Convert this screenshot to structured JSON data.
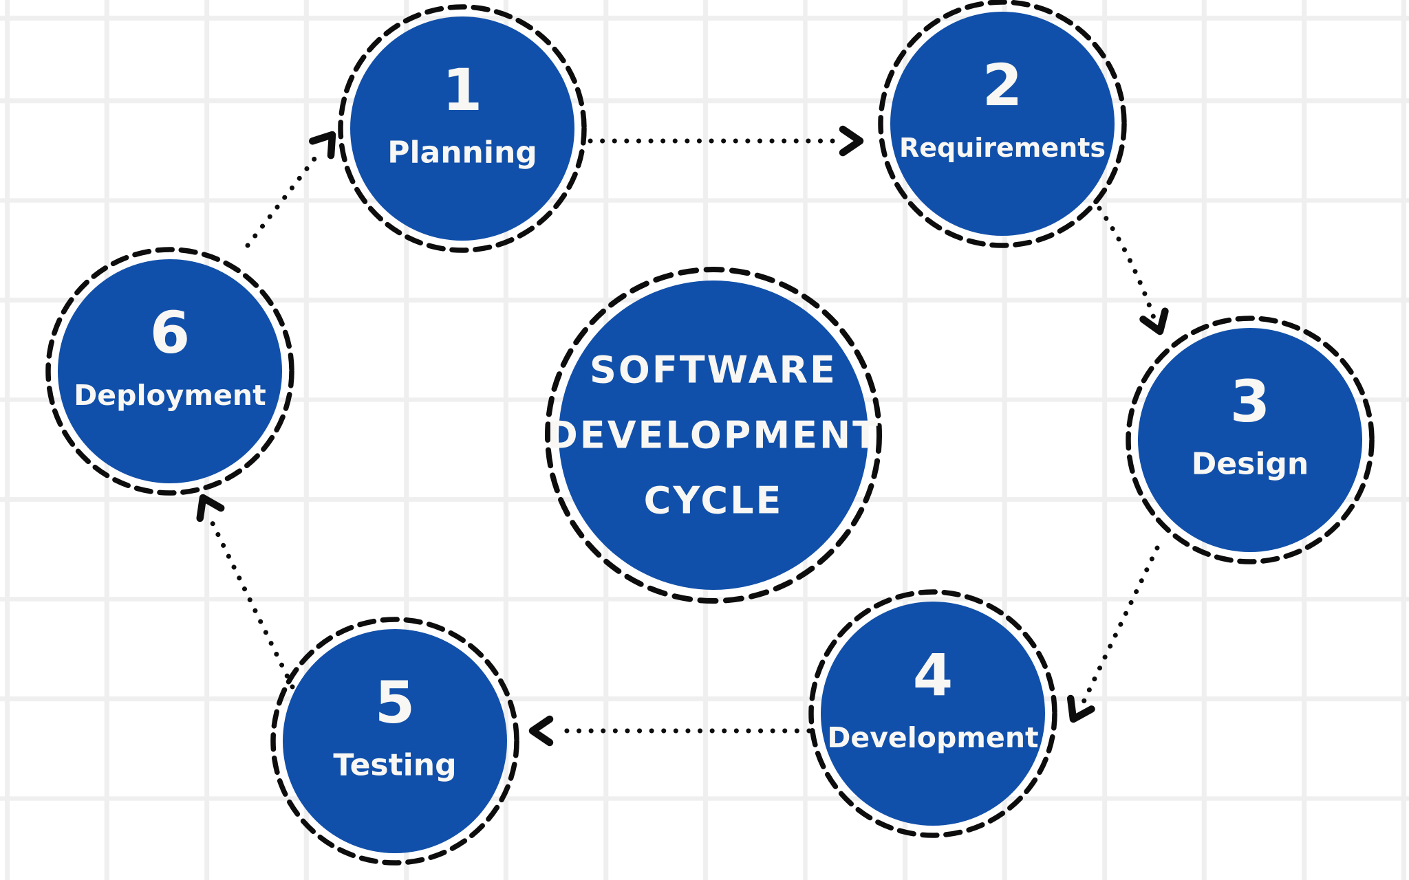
{
  "diagram": {
    "center_circle": {
      "lines": [
        "SOFTWARE",
        "DEVELOPMENT",
        "CYCLE"
      ]
    },
    "nodes": [
      {
        "number": "1",
        "label": "Planning"
      },
      {
        "number": "2",
        "label": "Requirements"
      },
      {
        "number": "3",
        "label": "Design"
      },
      {
        "number": "4",
        "label": "Development"
      },
      {
        "number": "5",
        "label": "Testing"
      },
      {
        "number": "6",
        "label": "Deployment"
      }
    ],
    "connections": [
      {
        "from": "1",
        "to": "2"
      },
      {
        "from": "2",
        "to": "3"
      },
      {
        "from": "3",
        "to": "4"
      },
      {
        "from": "4",
        "to": "5"
      },
      {
        "from": "5",
        "to": "6"
      },
      {
        "from": "6",
        "to": "1"
      }
    ],
    "colors": {
      "node_fill": "#1150aa",
      "outline": "#0d0d0d",
      "text": "#f8f7f4",
      "grid_line": "#efefef",
      "background": "#ffffff"
    }
  }
}
